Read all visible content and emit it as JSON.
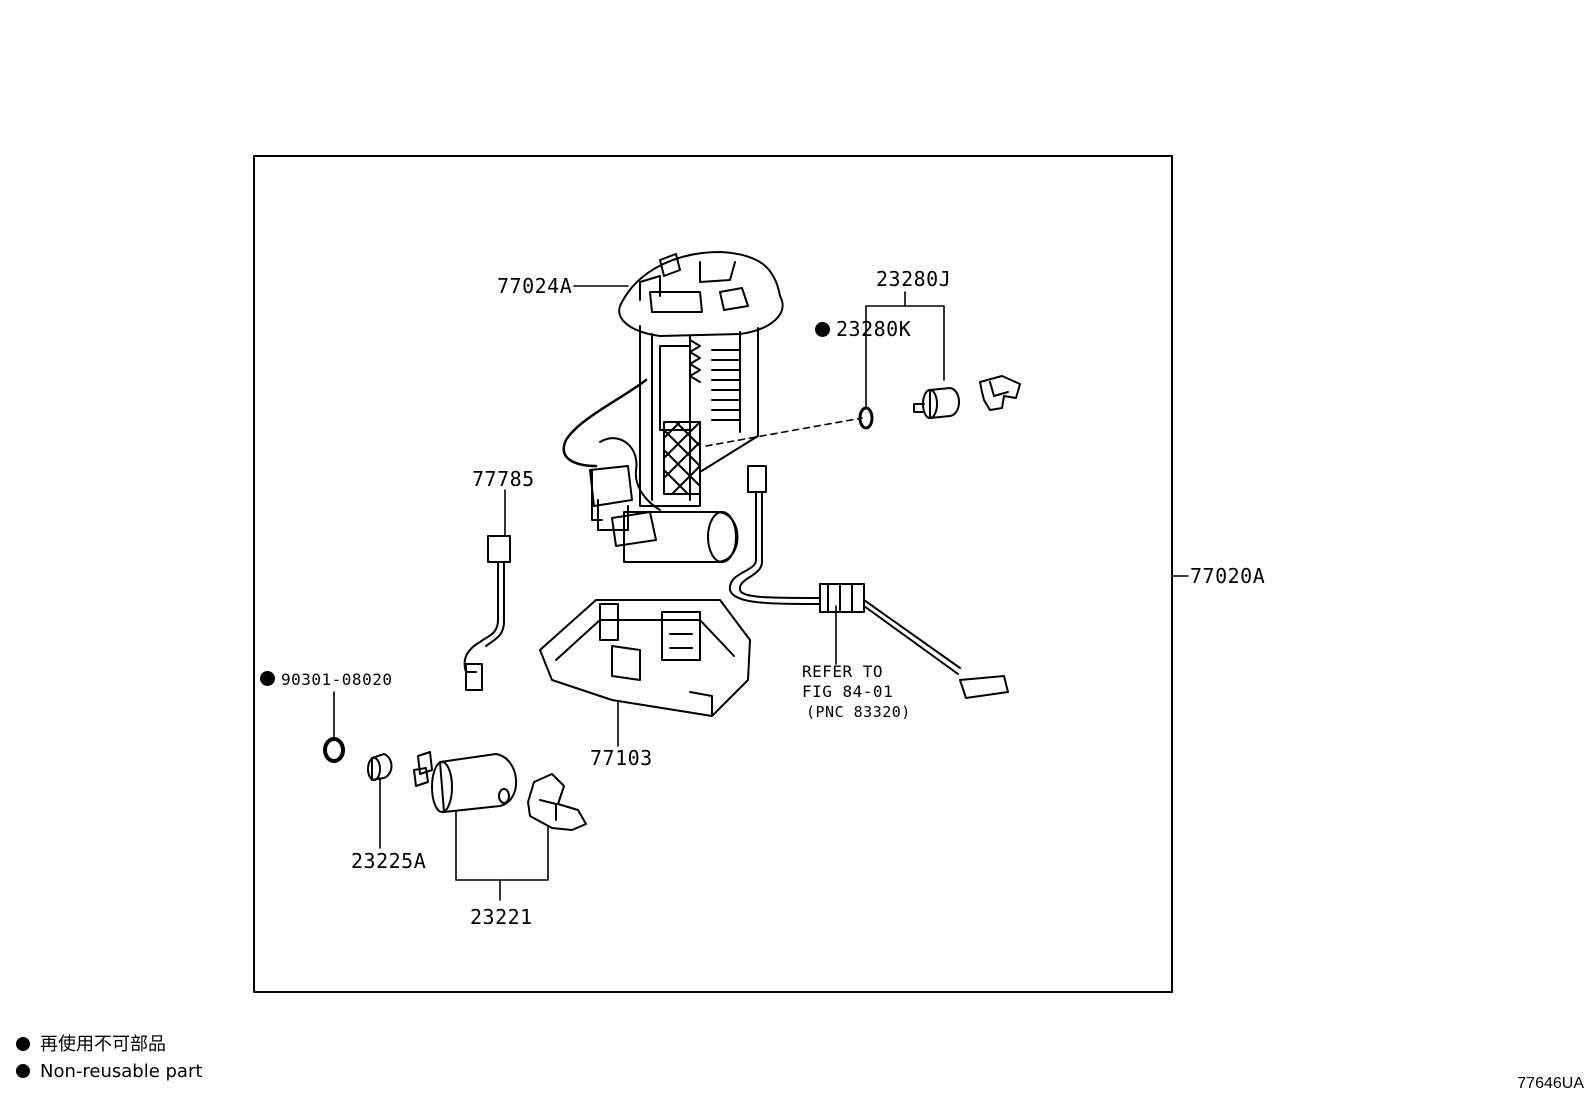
{
  "callouts": {
    "c77024A": "77024A",
    "c23280J": "23280J",
    "c23280K": "23280K",
    "c77785": "77785",
    "c77020A": "77020A",
    "c90301": "90301-08020",
    "c77103": "77103",
    "c23225A": "23225A",
    "c23221": "23221",
    "refer_line1": "REFER TO",
    "refer_line2": "FIG 84-01",
    "refer_line3": "(PNC 83320)"
  },
  "legend": {
    "japanese": "再使用不可部品",
    "english": "Non-reusable part"
  },
  "figure_code": "77646UA",
  "colors": {
    "ink": "#000000",
    "background": "#ffffff"
  }
}
